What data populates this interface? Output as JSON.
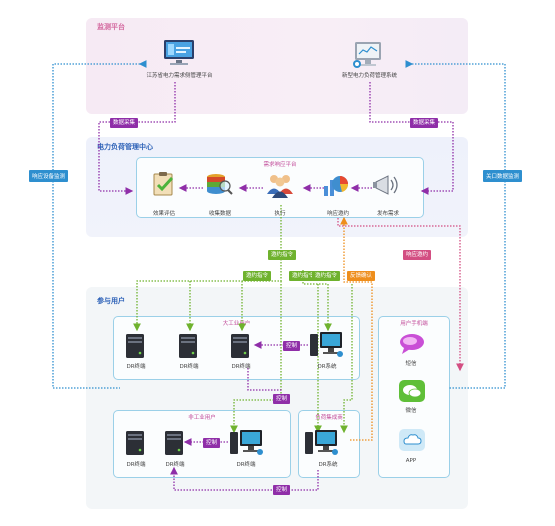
{
  "monitor": {
    "title": "监测平台",
    "left_platform": "江苏省电力需求侧管理平台",
    "right_platform": "新型电力负荷管理系统"
  },
  "center": {
    "title": "电力负荷管理中心",
    "box_title": "需求响应平台",
    "steps": [
      "效果评估",
      "收集数据",
      "执行",
      "响应邀约",
      "发布需求"
    ]
  },
  "users": {
    "title": "参与用户",
    "large": {
      "title": "大工业用户",
      "items": [
        "DR终端",
        "DR终端",
        "DR终端",
        "DR系统"
      ],
      "control": "控制"
    },
    "non_industrial": {
      "title": "非工业用户",
      "items": [
        "DR终端",
        "DR终端",
        "DR终端"
      ],
      "control": "控制"
    },
    "aggregator": {
      "title": "负荷集成商",
      "item": "DR系统"
    },
    "mobile": {
      "title": "用户手机端",
      "items": [
        "短信",
        "微信",
        "APP"
      ]
    }
  },
  "tags": {
    "data_collect_left": "数据采集",
    "data_collect_right": "数据采集",
    "response_monitor": "响应设备监测",
    "gateway_monitor": "关口数据监测",
    "dispatch_1": "邀约指令",
    "dispatch_2": "邀约指令",
    "dispatch_3": "邀约指令",
    "dispatch_4": "邀约指令",
    "feedback": "反馈确认",
    "invite": "响应邀约",
    "control_bottom": "控制",
    "control_mid": "控制"
  },
  "colors": {
    "purple": "#8f2ea8",
    "green": "#6fb22e",
    "orange": "#ee8e1c",
    "pink": "#d34e82",
    "blue": "#2e8fcf"
  }
}
